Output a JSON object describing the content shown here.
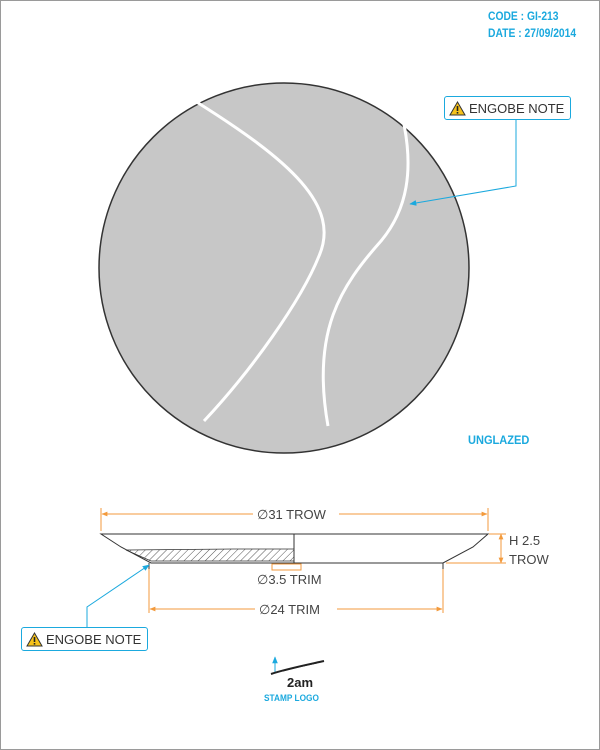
{
  "header": {
    "code": "CODE : GI-213",
    "date": "DATE : 27/09/2014"
  },
  "notes": {
    "top": "ENGOBE NOTE",
    "bottom": "ENGOBE NOTE",
    "warning_icon": "warning-triangle-icon"
  },
  "plate_view": {
    "label": "UNGLAZED"
  },
  "dimensions": {
    "diameter_top": "∅31 TROW",
    "height_line1": "H 2.5",
    "height_line2": "TROW",
    "trim_small": "∅3.5 TRIM",
    "trim_base": "∅24 TRIM"
  },
  "stamp": {
    "word": "2am",
    "caption": "STAMP LOGO"
  },
  "colors": {
    "accent": "#1ba9de",
    "dimension": "#f39a3c",
    "plate_fill": "#c7c7c7",
    "stroke": "#333333"
  }
}
